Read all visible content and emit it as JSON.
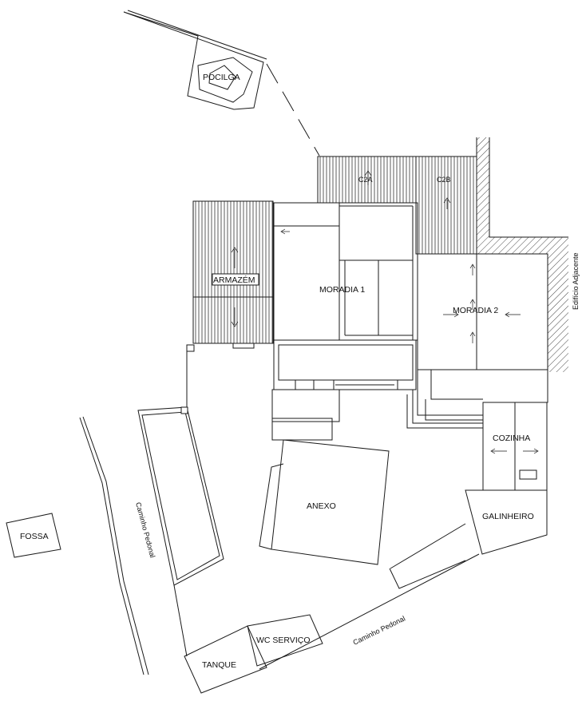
{
  "labels": {
    "pocilga": "POCILGA",
    "c2a": "C2A",
    "c2b": "C2B",
    "armazem": "ARMAZÉM",
    "moradia1": "MORADIA 1",
    "moradia2": "MORADIA 2",
    "edificio_adjacente": "Edifício Adjacente",
    "cozinha": "COZINHA",
    "galinheiro": "GALINHEIRO",
    "anexo": "ANEXO",
    "fossa": "FOSSA",
    "caminho_pedonal_1": "Caminho Pedonal",
    "caminho_pedonal_2": "Caminho Pedonal",
    "wc_servico": "WC SERVIÇO",
    "tanque": "TANQUE"
  }
}
